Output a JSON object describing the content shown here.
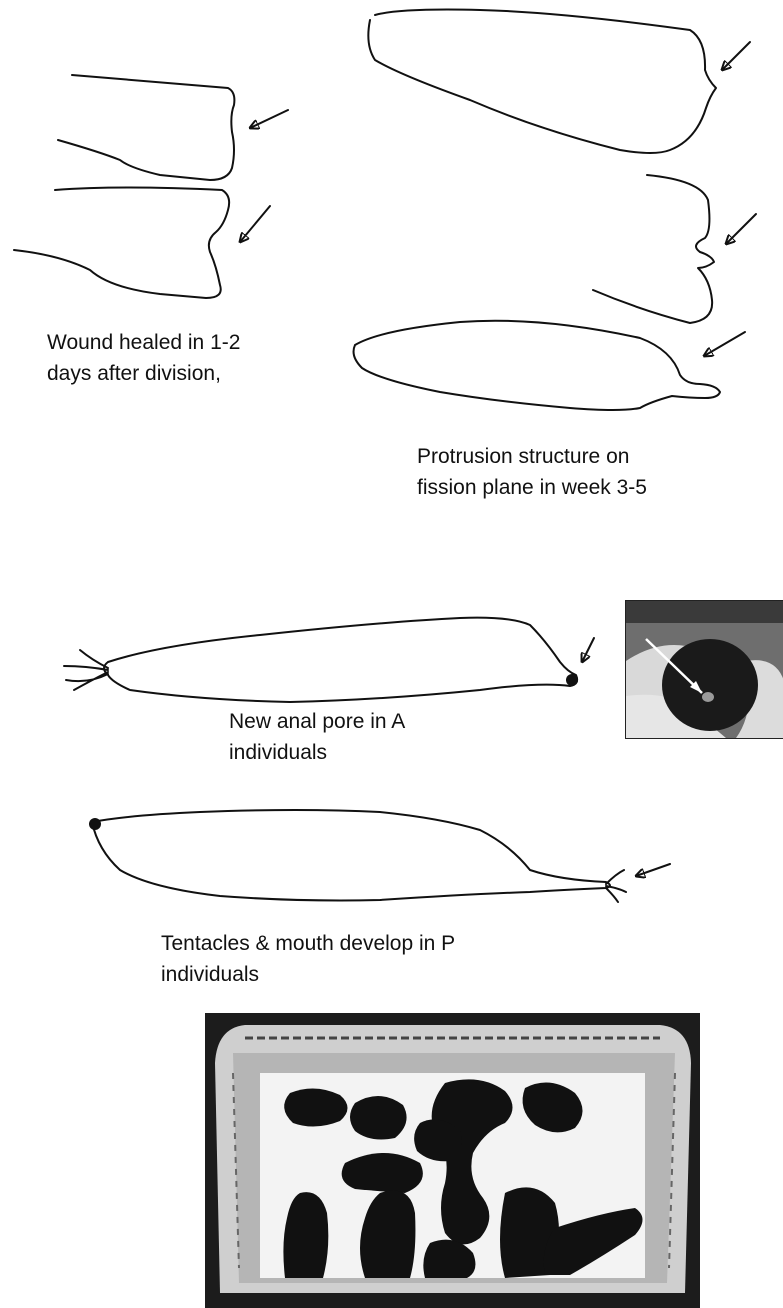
{
  "captions": {
    "wound_healed": {
      "line1": "Wound healed in 1-2",
      "line2": "days after division,"
    },
    "protrusion": {
      "line1": "Protrusion structure on",
      "line2": "fission plane in week 3-5"
    },
    "anal_pore": {
      "line1": "New anal pore in A",
      "line2": "individuals"
    },
    "tentacles": {
      "line1": "Tentacles & mouth develop in P",
      "line2": "individuals"
    }
  },
  "icons": [
    "arrow-icon",
    "sea-cucumber-outline",
    "photo-anal-pore",
    "photo-sea-cucumbers-in-basket"
  ]
}
